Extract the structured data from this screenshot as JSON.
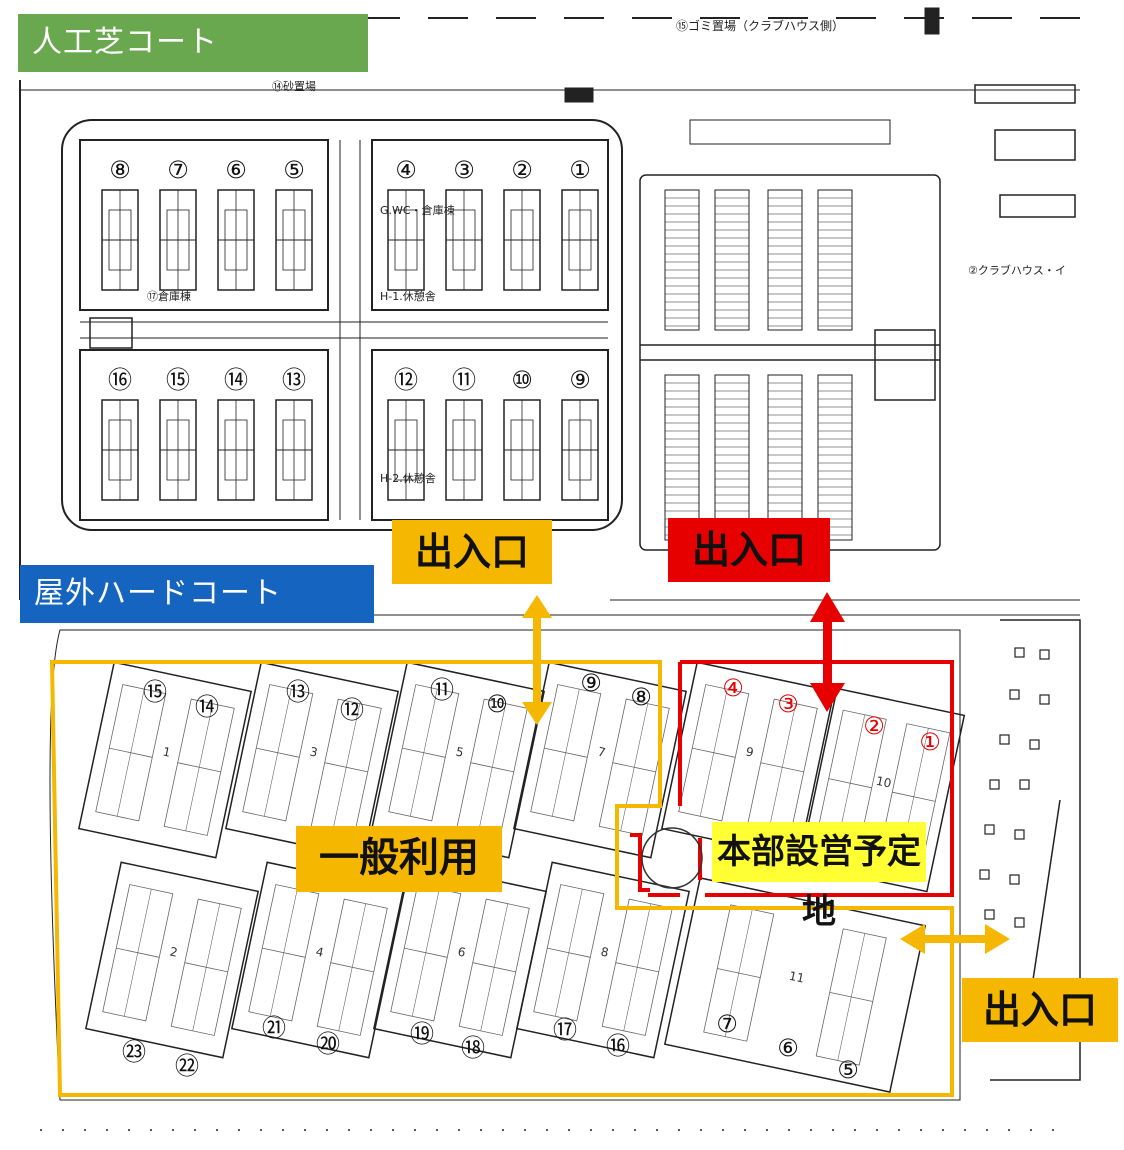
{
  "sections": {
    "artificial_turf": {
      "label": "人工芝コート",
      "color": "#6aa84f"
    },
    "outdoor_hard": {
      "label": "屋外ハードコート",
      "color": "#1565c0"
    }
  },
  "entrances": {
    "top_center": "出入口",
    "top_right": "出入口",
    "bottom_right": "出入口"
  },
  "zones": {
    "general_use": "一般利用",
    "headquarters": "本部設営予定地"
  },
  "facility_notes": {
    "gomi": "⑮ゴミ置場（クラブハウス側）",
    "sand": "⑭砂置場",
    "soko": "⑰倉庫棟",
    "wc": "G.WC・倉庫棟",
    "kyukei1": "H-1.休憩舎",
    "kyukei2": "H-2.休憩舎",
    "clubhouse": "②クラブハウス・イ"
  },
  "turf_courts": {
    "top_left": [
      "⑧",
      "⑦",
      "⑥",
      "⑤"
    ],
    "top_right": [
      "④",
      "③",
      "②",
      "①"
    ],
    "bottom_left": [
      "⑯",
      "⑮",
      "⑭",
      "⑬"
    ],
    "bottom_right": [
      "⑫",
      "⑪",
      "⑩",
      "⑨"
    ]
  },
  "hard_courts_general": [
    "⑮",
    "⑭",
    "⑬",
    "⑫",
    "⑪",
    "⑩",
    "⑨",
    "⑧",
    "㉓",
    "㉒",
    "㉑",
    "⑳",
    "⑲",
    "⑱",
    "⑰",
    "⑯",
    "⑦",
    "⑥",
    "⑤"
  ],
  "hard_courts_hq": [
    "④",
    "③",
    "②",
    "①"
  ],
  "block_numbers": [
    "1",
    "3",
    "5",
    "7",
    "9",
    "10",
    "2",
    "4",
    "6",
    "8",
    "11"
  ],
  "colors": {
    "orange": "#f5b700",
    "red": "#e60000",
    "yellow": "#ffff33",
    "line": "#222222"
  }
}
